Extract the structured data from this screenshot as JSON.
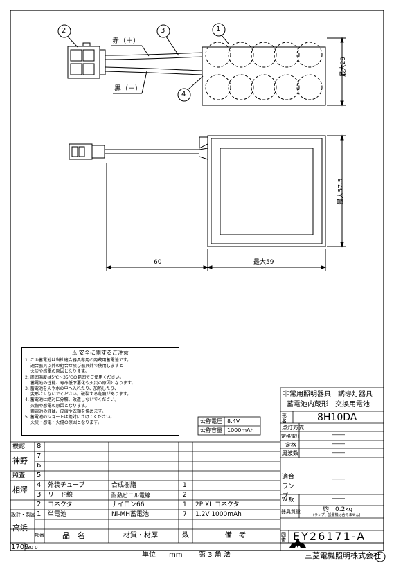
{
  "drawing": {
    "callouts": [
      "2",
      "3",
      "1",
      "4"
    ],
    "wire_red_label": "赤（＋）",
    "wire_black_label": "黒（－）",
    "dim_height_top": "最大29",
    "dim_height_front": "最大57.5",
    "dim_lead_length": "60",
    "dim_width": "最大59"
  },
  "caution": {
    "title": "安全に関するご注意",
    "lines": [
      "1. この蓄電池は当社適合器具専用の内蔵用蓄電池です。",
      "適合器具以外の組合せ及び器具外で使用しますと",
      "火災や感電の原因となります。",
      "2. 周囲温度は5℃～35℃の範囲でご使用ください。",
      "蓄電池の性能、寿命低下悪化や火災の原因となります。",
      "3. 蓄電池を火や水の中へ入れたり、加熱したり、",
      "変形させないでください。破裂する危険があります。",
      "4. 蓄電池は絶対に分解、改造しないでください。",
      "火傷や感電の原因となります。",
      "蓄電池の液は、皮膚や衣類を傷めます。",
      "5. 蓄電池のショートは絶対にさけてください。",
      "火災・感電・火傷の原因となります。"
    ]
  },
  "ratings": {
    "voltage_label": "公称電圧",
    "voltage_value": "8.4V",
    "capacity_label": "公称容量",
    "capacity_value": "1000mAh"
  },
  "title_block": {
    "product_line1": "非常用照明器具　誘導灯器具",
    "product_line2": "蓄電池内蔵形　交換用電池",
    "model_label": "形名",
    "model_value": "8H10DA",
    "rows": [
      {
        "label": "点灯方式",
        "value": ""
      },
      {
        "label": "定格電圧",
        "value": "――"
      },
      {
        "label": "定格",
        "value": "――"
      },
      {
        "label": "周波数",
        "value": "――"
      },
      {
        "label": "適合ランプ",
        "value": "――"
      },
      {
        "label": "W.数",
        "value": "――"
      }
    ],
    "weight_label": "器具質量",
    "weight_value": "約　0.2kg",
    "weight_note": "(ランプ、設置機は含みません)",
    "drawing_no_label": "図番",
    "drawing_no": "EY26171-A"
  },
  "approvals": [
    {
      "role": "検認",
      "name": ""
    },
    {
      "role": "",
      "name": "神野"
    },
    {
      "role": "照査",
      "name": ""
    },
    {
      "role": "",
      "name": "相澤"
    },
    {
      "role": "設計・製図",
      "name": ""
    },
    {
      "role": "",
      "name": "高浜"
    }
  ],
  "parts_header": {
    "no": "部番",
    "name": "品　名",
    "material": "材質・材厚",
    "qty": "数",
    "note": "備　考"
  },
  "parts": [
    {
      "no": "8",
      "name": "",
      "material": "",
      "qty": "",
      "note": ""
    },
    {
      "no": "7",
      "name": "",
      "material": "",
      "qty": "",
      "note": ""
    },
    {
      "no": "6",
      "name": "",
      "material": "",
      "qty": "",
      "note": ""
    },
    {
      "no": "5",
      "name": "",
      "material": "",
      "qty": "",
      "note": ""
    },
    {
      "no": "4",
      "name": "外装チューブ",
      "material": "合成樹脂",
      "qty": "1",
      "note": ""
    },
    {
      "no": "3",
      "name": "リード線",
      "material": "耐熱ビニル電線",
      "qty": "2",
      "note": ""
    },
    {
      "no": "2",
      "name": "コネクタ",
      "material": "ナイロン66",
      "qty": "1",
      "note": "2P XL コネクタ"
    },
    {
      "no": "1",
      "name": "単電池",
      "material": "Ni-MH蓄電池",
      "qty": "7",
      "note": "1.2V 1000mAh"
    }
  ],
  "footer": {
    "stamp": "1709",
    "stamp_sub": "30 0",
    "unit_label": "単位",
    "unit_value": "mm",
    "projection": "第 3 角 法",
    "company": "三菱電機照明株式会社"
  }
}
